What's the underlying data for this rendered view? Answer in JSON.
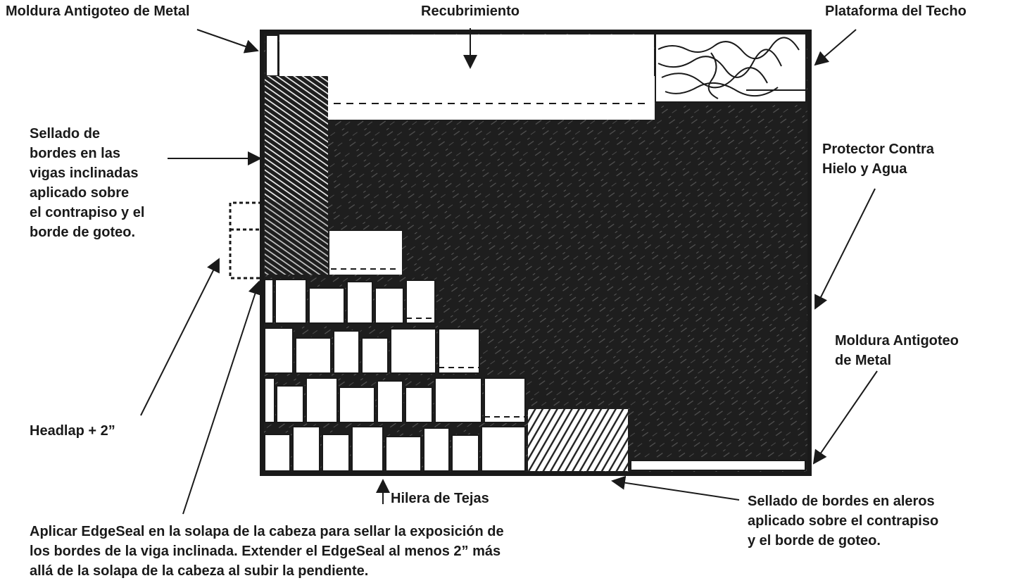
{
  "labels": {
    "drip_edge_top": "Moldura Antigoteo de Metal",
    "underlayment": "Recubrimiento",
    "roof_deck": "Plataforma del Techo",
    "rake_seal": [
      "Sellado de",
      "bordes en las",
      "vigas inclinadas",
      "aplicado sobre",
      "el contrapiso y el",
      "borde de goteo."
    ],
    "ice_water": [
      "Protector Contra",
      "Hielo y Agua"
    ],
    "drip_edge_bottom": [
      "Moldura Antigoteo",
      "de Metal"
    ],
    "headlap": "Headlap + 2”",
    "shingle_course": "Hilera de Tejas",
    "eave_seal": [
      "Sellado de bordes en aleros",
      "aplicado sobre el contrapiso",
      "y el borde de goteo."
    ],
    "instruction": [
      "Aplicar EdgeSeal en la solapa de la cabeza para sellar la exposición de",
      "los bordes de la viga inclinada.  Extender el EdgeSeal al menos 2” más",
      "allá de la solapa de la cabeza al subir la pendiente."
    ]
  },
  "colors": {
    "ink": "#1a1a1a",
    "membrane": "#1e1e1e",
    "paper": "#ffffff"
  }
}
